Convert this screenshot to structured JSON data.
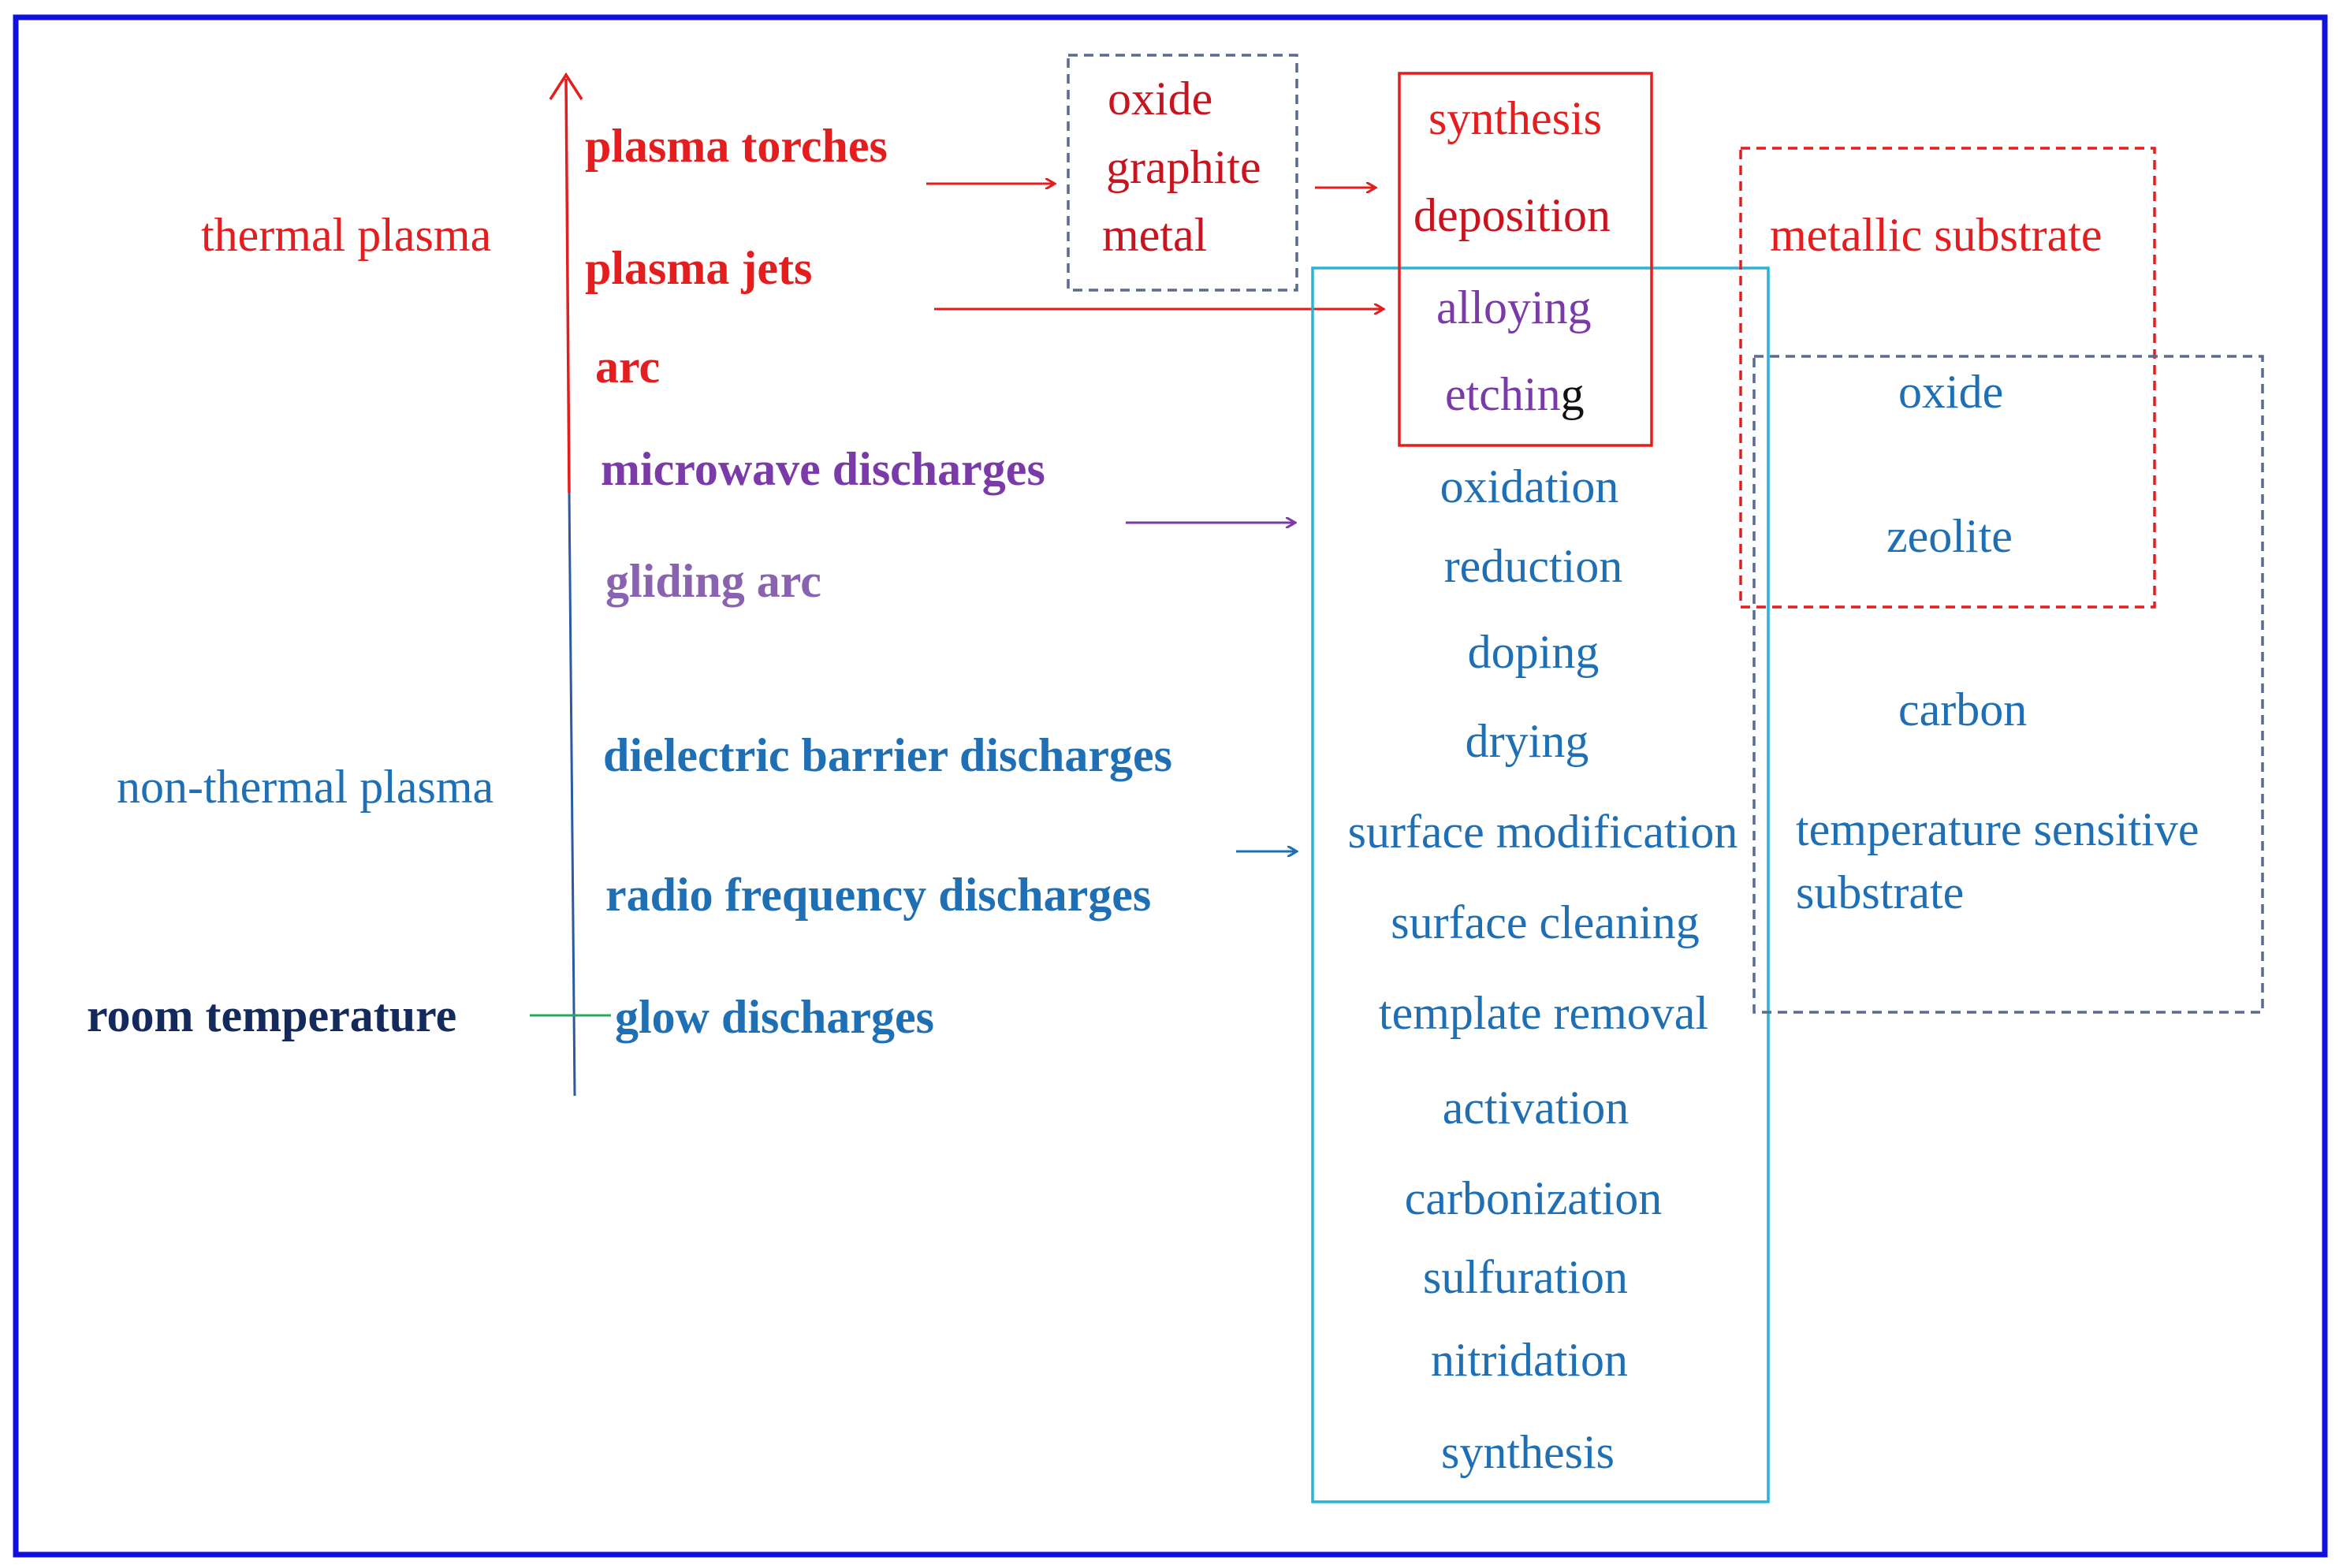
{
  "colors": {
    "frame": "#1010e0",
    "red": "#e41e1e",
    "dark_red": "#c8141e",
    "purple": "#7a3aa8",
    "purple_light": "#8a63b0",
    "blue": "#1f6fb4",
    "navy": "#142a5c",
    "cyan": "#2ab3d6",
    "slate": "#5a6b90",
    "green": "#27a85a",
    "black": "#111111"
  },
  "plasma_types": {
    "thermal": "thermal  plasma",
    "non_thermal": "non-thermal  plasma",
    "room_temperature": "room temperature"
  },
  "sources": {
    "plasma_torches": "plasma torches",
    "plasma_jets": "plasma jets",
    "arc": "arc",
    "microwave_discharges": "microwave discharges",
    "gliding_arc": "gliding arc",
    "dielectric_barrier_discharges": "dielectric barrier discharges",
    "radio_frequency_discharges": "radio frequency discharges",
    "glow_discharges": "glow discharges"
  },
  "materials_box": {
    "items": [
      "oxide",
      "graphite",
      "metal"
    ]
  },
  "thermal_processes": {
    "synthesis": "synthesis",
    "deposition": "deposition",
    "alloying": "alloying",
    "etching_main": "etchin",
    "etching_end": "g"
  },
  "nonthermal_processes": {
    "items": [
      "oxidation",
      "reduction",
      "doping",
      "drying",
      "surface modification",
      "surface cleaning",
      "template  removal",
      "activation",
      "carbonization",
      "sulfuration",
      "nitridation",
      "synthesis"
    ]
  },
  "substrates": {
    "metallic": "metallic  substrate",
    "oxide": "oxide",
    "zeolite": "zeolite",
    "carbon": "carbon",
    "temp_sensitive_line1": "temperature  sensitive",
    "temp_sensitive_line2": "substrate"
  }
}
